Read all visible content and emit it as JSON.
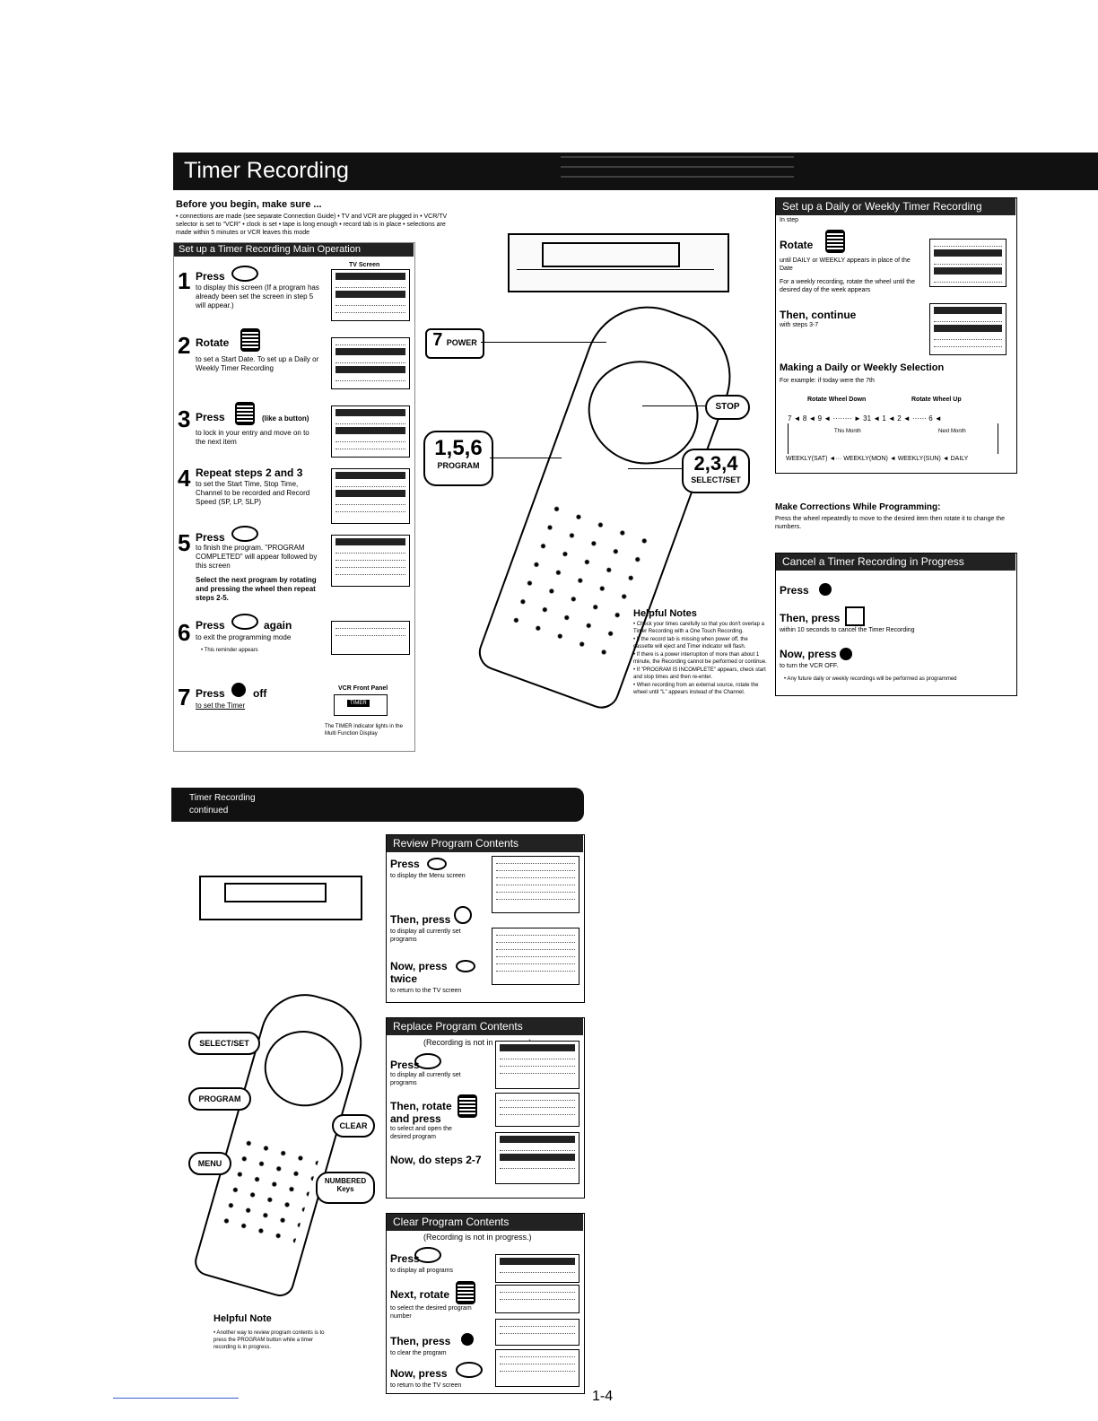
{
  "header": {
    "title": "Timer Recording"
  },
  "before": {
    "heading": "Before you begin, make sure ...",
    "line1": "• connections are made (see separate Connection Guide)  • TV and VCR are plugged in  • VCR/TV",
    "line2": "selector is set to \"VCR\"  • clock is set  • tape is long enough  • record tab is in place  • selections are",
    "line3": "made within 5 minutes or VCR leaves this mode"
  },
  "main_section": {
    "title": "Set up a Timer Recording Main Operation",
    "tv_screen_label": "TV Screen",
    "steps": [
      {
        "num": "1",
        "title": "Press",
        "desc": "to display this screen (If a program has already been set the screen in step 5 will appear.)"
      },
      {
        "num": "2",
        "title": "Rotate",
        "desc": "to set a Start Date. To set up a Daily or Weekly Timer Recording"
      },
      {
        "num": "3",
        "title": "Press",
        "extra": "(like a button)",
        "desc": "to lock in your entry and move on to the next item"
      },
      {
        "num": "4",
        "title": "Repeat steps 2 and 3",
        "desc": "to set the Start Time, Stop Time, Channel to be recorded and Record Speed (SP, LP, SLP)"
      },
      {
        "num": "5",
        "title": "Press",
        "desc": "to finish the program. \"PROGRAM COMPLETED\" will appear followed by this screen",
        "desc2": "Select the next program by rotating and pressing the wheel then repeat steps 2-5."
      },
      {
        "num": "6",
        "title": "Press",
        "extra": "again",
        "desc": "to exit the programming mode",
        "desc2": "• This reminder appears"
      },
      {
        "num": "7",
        "title": "Press",
        "extra": "off",
        "desc": "to set the Timer"
      }
    ],
    "vcr_front_panel": "VCR Front Panel",
    "timer_label": "TIMER",
    "timer_note": "The TIMER indicator lights in the Multi Function Display"
  },
  "callouts": {
    "power": "POWER",
    "power_num": "7",
    "stop": "STOP",
    "program_num": "1,5,6",
    "program": "PROGRAM",
    "select_num": "2,3,4",
    "select": "SELECT/SET"
  },
  "helpful_notes": {
    "title": "Helpful Notes",
    "items": [
      "• Check your times carefully so that you don't overlap a Timer Recording with a One Touch Recording.",
      "• If the record tab is missing when power off, the cassette will eject and Timer indicator will flash.",
      "• If there is a power interruption of more than about 1 minute, the Recording cannot be performed or continue.",
      "• If \"PROGRAM IS INCOMPLETE\" appears, check start and stop times and then re-enter.",
      "• When recording from an external source, rotate the wheel until \"L\" appears instead of the Channel."
    ]
  },
  "daily_weekly": {
    "title": "Set up a Daily or Weekly Timer Recording",
    "in_step": "In step",
    "rotate": "Rotate",
    "rotate_desc": "until DAILY or WEEKLY appears in place of the Date",
    "rotate_desc2": "For a weekly recording, rotate the wheel until the desired day of the week appears",
    "then_continue": "Then, continue",
    "then_desc": "with steps 3-7",
    "making_title": "Making a Daily or Weekly Selection",
    "making_desc": "For example: if today were the 7th",
    "wheel_down": "Rotate Wheel Down",
    "wheel_up": "Rotate Wheel Up",
    "seq": "7 ◄ 8 ◄ 9 ◄ ········ ► 31 ◄ 1 ◄ 2 ◄ ······ 6 ◄",
    "this_month": "This Month",
    "next_month": "Next Month",
    "bottom": "WEEKLY(SAT) ◄··· WEEKLY(MON) ◄ WEEKLY(SUN) ◄ DAILY"
  },
  "corrections": {
    "title": "Make Corrections While Programming:",
    "desc": "Press the wheel repeatedly to move to the desired item then rotate it to change the numbers."
  },
  "cancel": {
    "title": "Cancel a Timer Recording in Progress",
    "press": "Press",
    "then_press": "Then, press",
    "then_desc": "within 10 seconds to cancel the Timer Recording",
    "now_press": "Now, press",
    "now_desc": "to turn the VCR OFF.",
    "note": "• Any future daily or weekly recordings will be performed as programmed"
  },
  "continued": {
    "line1": "Timer Recording",
    "line2": "continued"
  },
  "left_callouts": {
    "select": "SELECT/SET",
    "program": "PROGRAM",
    "clear": "CLEAR",
    "menu": "MENU",
    "numbered": "NUMBERED",
    "keys": "Keys"
  },
  "helpful_note2": {
    "title": "Helpful Note",
    "desc": "• Another way to review program contents is to press the PROGRAM button while a timer recording is in progress."
  },
  "review": {
    "title": "Review Program Contents",
    "press": "Press",
    "press_desc": "to display the Menu screen",
    "then_press": "Then, press",
    "then_desc": "to display all currently set programs",
    "now_press": "Now, press",
    "twice": "twice",
    "now_desc": "to return to the TV screen"
  },
  "replace": {
    "title": "Replace Program Contents",
    "recording": "(Recording is not in progress.)",
    "press": "Press",
    "press_desc": "to display all currently set programs",
    "then_rotate": "Then, rotate",
    "and_press": "and press",
    "then_desc": "to select and open the desired program",
    "now_do": "Now, do steps 2-7"
  },
  "clear": {
    "title": "Clear Program Contents",
    "recording": "(Recording is not in progress.)",
    "press": "Press",
    "press_desc": "to display all programs",
    "next_rotate": "Next, rotate",
    "next_desc": "to select the desired program number",
    "then_press": "Then, press",
    "then_desc": "to clear the program",
    "now_press": "Now, press",
    "now_desc": "to return to the TV screen"
  },
  "page_number": "1-4"
}
